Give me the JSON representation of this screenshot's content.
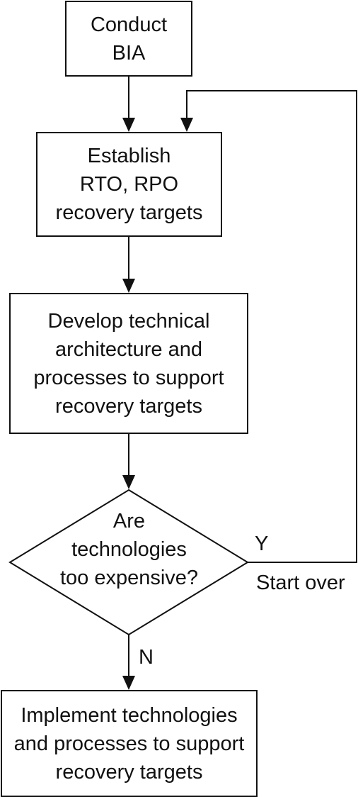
{
  "flowchart": {
    "steps": {
      "conduct_bia": "Conduct\nBIA",
      "establish_targets": "Establish\nRTO, RPO\nrecovery targets",
      "develop_architecture": "Develop technical\narchitecture and\nprocesses to support\nrecovery targets",
      "implement": "Implement technologies\nand processes to support\nrecovery targets"
    },
    "decision": {
      "question": "Are\ntechnologies\ntoo expensive?",
      "yes_label": "Y",
      "no_label": "N",
      "loop_label": "Start over"
    }
  }
}
